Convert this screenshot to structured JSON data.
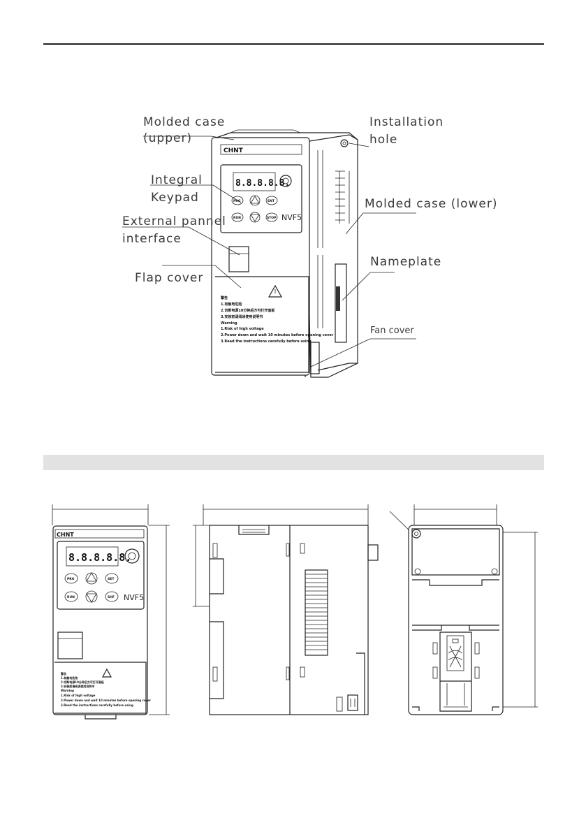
{
  "callouts": {
    "molded_case_upper_1": "Molded case",
    "molded_case_upper_2": "(upper)",
    "installation_hole_1": "Installation",
    "installation_hole_2": "hole",
    "integral_keypad_1": "Integral",
    "integral_keypad_2": "Keypad",
    "molded_case_lower": "Molded case (lower)",
    "external_panel_1": "External pannel",
    "external_panel_2": "interface",
    "nameplate": "Nameplate",
    "flap_cover": "Flap cover",
    "fan_cover": "Fan cover"
  },
  "device": {
    "brand": "CHNT",
    "model": "NVF5",
    "display": "8.8.8.8.8.",
    "buttons": [
      "PRG",
      "ENT",
      "RUN",
      "STOP"
    ],
    "buttons_front_view": [
      "PRG",
      "SET",
      "RUN",
      "SHF"
    ],
    "warning_header": "警告",
    "warning_lines_cn": [
      "1.有触电危险",
      "2.切断电源10分钟后方可打开面板",
      "3.安装前请阅读使用说明书"
    ],
    "warning_title": "Warning",
    "warning_lines_en": [
      "1.Risk of high voltage",
      "2.Power down and wait 10 minutes before opening cover",
      "3.Read the instructions carefully before using"
    ]
  }
}
